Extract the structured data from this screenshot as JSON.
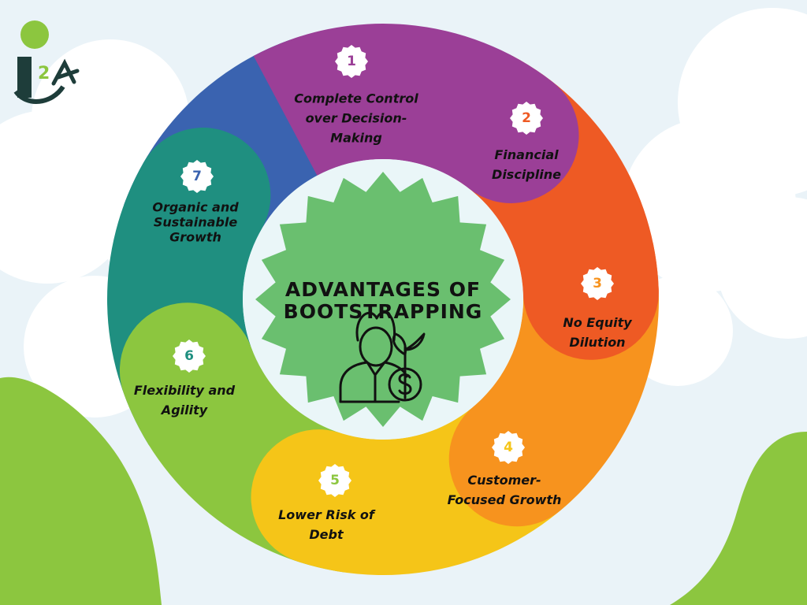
{
  "center": {
    "title": "ADVANTAGES OF\nBOOTSTRAPPING",
    "fill": "#6abf6f",
    "icon": "person-with-money-plant-icon"
  },
  "logo": {
    "text": "i2A"
  },
  "items": [
    {
      "number": "1",
      "label": "Complete Control\nover Decision-\nMaking",
      "color": "#9b3f97"
    },
    {
      "number": "2",
      "label": "Financial\nDiscipline",
      "color": "#ee5a24"
    },
    {
      "number": "3",
      "label": "No Equity\nDilution",
      "color": "#f7931e"
    },
    {
      "number": "4",
      "label": "Customer-\nFocused Growth",
      "color": "#f5c518"
    },
    {
      "number": "5",
      "label": "Lower Risk of\nDebt",
      "color": "#8cc63f"
    },
    {
      "number": "6",
      "label": "Flexibility and\nAgility",
      "color": "#1f8f80"
    },
    {
      "number": "7",
      "label": "Organic and\nSustainable\nGrowth",
      "color": "#3a63b0"
    }
  ],
  "colors": {
    "background": "#eaf3f8",
    "cloud": "#ffffff",
    "hill": "#8cc63f",
    "logo_green": "#8cc63f",
    "logo_dark": "#1e3d3a"
  }
}
